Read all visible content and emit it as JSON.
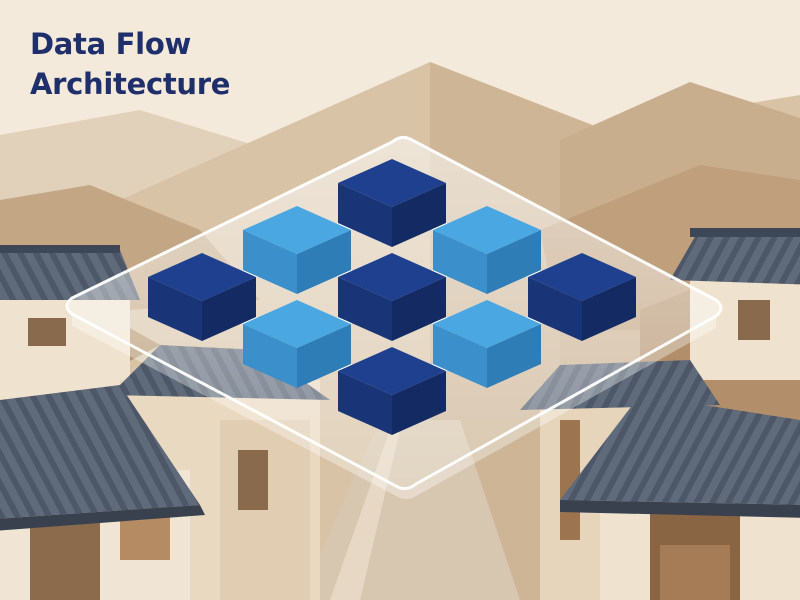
{
  "title": {
    "line1": "Data Flow",
    "line2": "Architecture"
  },
  "colors": {
    "background": "#f4eadb",
    "mountain_far": "#dccbb4",
    "mountain_near": "#c7ad90",
    "roof": "#4a5566",
    "wall": "#efe3d0",
    "block_dark": "#1f3f8f",
    "block_light": "#4aa7e2",
    "platform": "#ffffff"
  },
  "diagram": {
    "grid": [
      [
        "dark",
        "light",
        "dark"
      ],
      [
        "light",
        "dark",
        "light"
      ],
      [
        "dark",
        "light",
        "dark"
      ]
    ]
  }
}
